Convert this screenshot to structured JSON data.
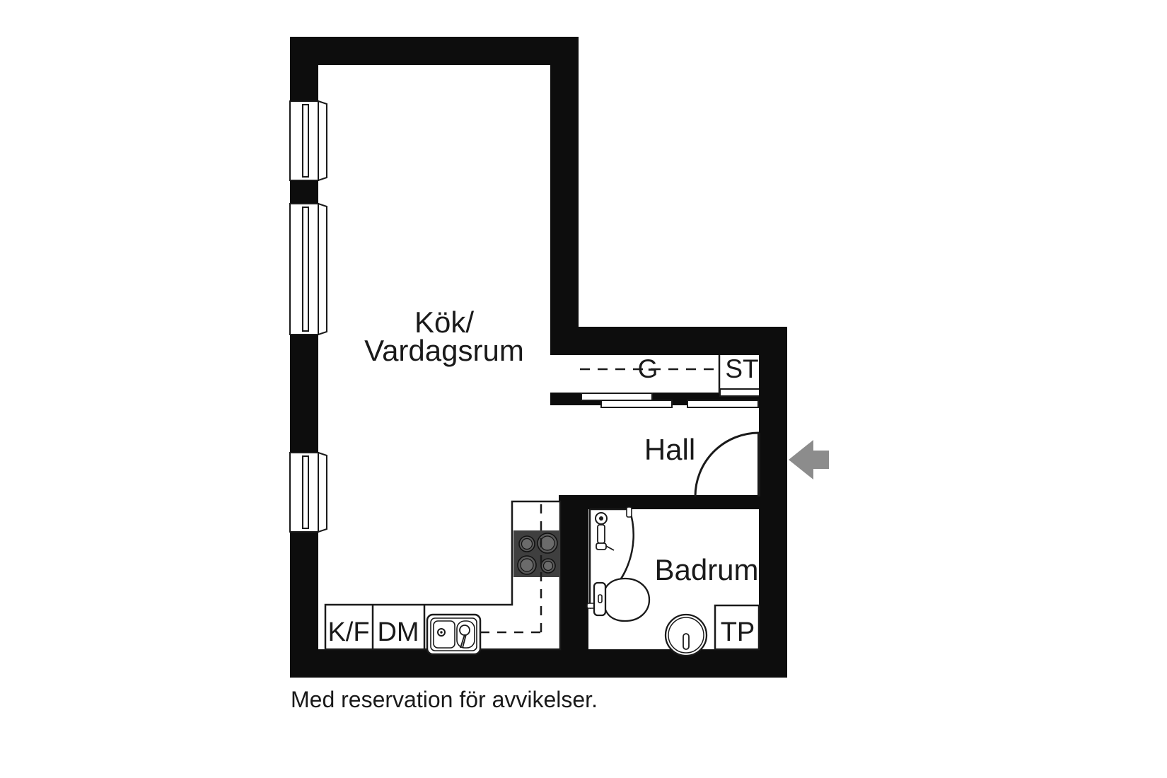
{
  "document": {
    "type": "floor-plan",
    "language": "sv",
    "caption": "Med reservation för avvikelser.",
    "background_color": "#ffffff",
    "wall_color": "#0d0d0d",
    "line_color": "#1a1a1a",
    "fixture_fill": "#ffffff",
    "stove_color": "#3f3f3f",
    "arrow_color": "#8c8c8c"
  },
  "rooms": [
    {
      "id": "kitchen_living",
      "label": "Kök/",
      "label2": "Vardagsrum",
      "name": "Kok-Vardagsrum"
    },
    {
      "id": "hall",
      "label": "Hall",
      "name": "Hall"
    },
    {
      "id": "bathroom",
      "label": "Badrum",
      "name": "Badrum"
    }
  ],
  "labels": {
    "kitchen_line1": "Kök/",
    "kitchen_line2": "Vardagsrum",
    "hall": "Hall",
    "bathroom": "Badrum",
    "closet_g": "G",
    "storage_st": "ST",
    "laundry_tp": "TP",
    "fridge_freezer": "K/F",
    "dishwasher": "DM"
  },
  "fixtures": [
    {
      "id": "fridge_freezer",
      "label": "K/F",
      "kind": "cabinet"
    },
    {
      "id": "dishwasher",
      "label": "DM",
      "kind": "cabinet"
    },
    {
      "id": "sink",
      "label": "",
      "kind": "double-sink"
    },
    {
      "id": "stove",
      "label": "",
      "kind": "cooktop-4-burner"
    },
    {
      "id": "shower",
      "label": "",
      "kind": "corner-shower"
    },
    {
      "id": "toilet",
      "label": "",
      "kind": "wc"
    },
    {
      "id": "washbasin",
      "label": "",
      "kind": "basin"
    },
    {
      "id": "washer",
      "label": "TP",
      "kind": "washing-machine"
    }
  ],
  "openings": [
    {
      "id": "window_top",
      "kind": "window",
      "wall": "left"
    },
    {
      "id": "window_middle",
      "kind": "window",
      "wall": "left"
    },
    {
      "id": "window_bottom",
      "kind": "window",
      "wall": "left"
    },
    {
      "id": "entry_door",
      "kind": "door-swing",
      "wall": "right"
    },
    {
      "id": "closet_doors_g",
      "kind": "sliding-doors",
      "wall": "closet"
    },
    {
      "id": "closet_doors_st",
      "kind": "sliding-doors",
      "wall": "closet"
    }
  ],
  "annotations": {
    "entrance_arrow": "entrance-direction-arrow"
  }
}
